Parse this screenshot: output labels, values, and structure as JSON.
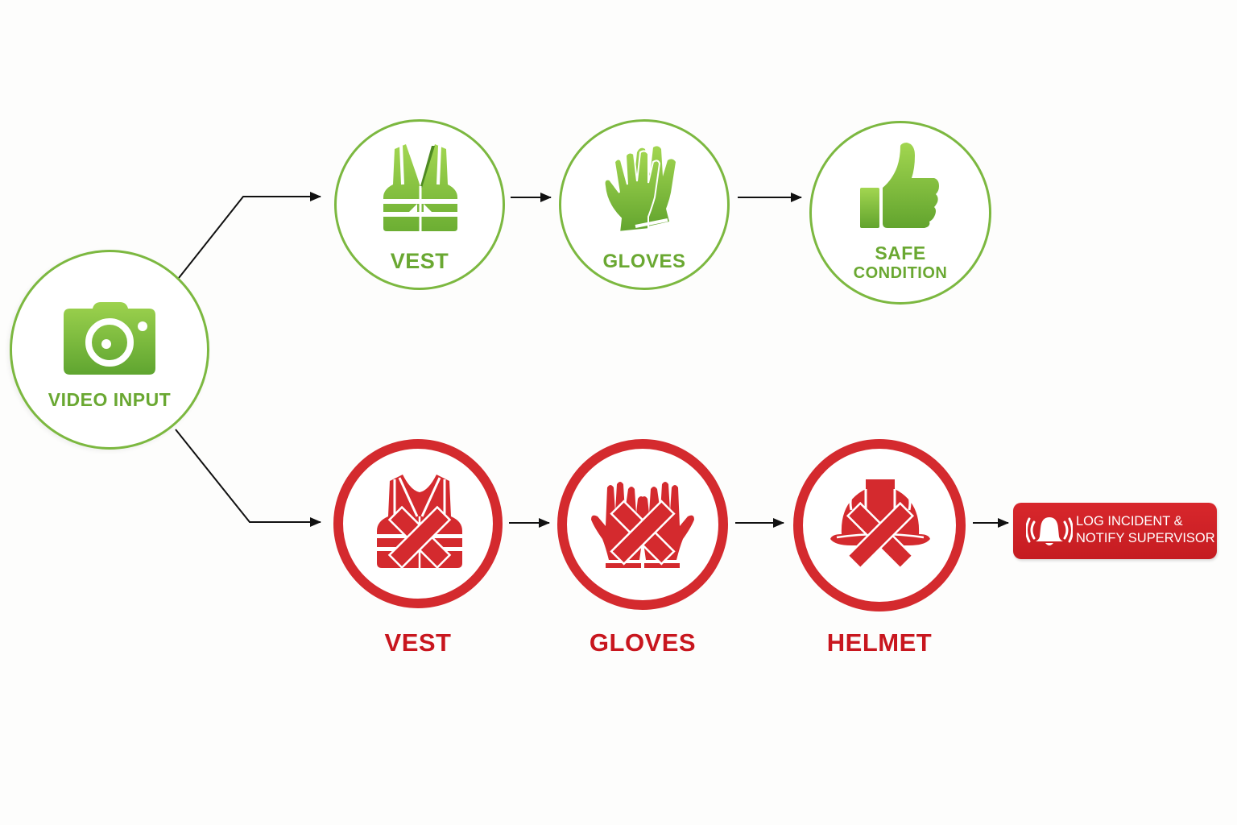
{
  "diagram": {
    "source": {
      "label": "VIDEO INPUT",
      "icon": "camera-icon"
    },
    "compliant_path": {
      "color": "#7cb840",
      "steps": [
        {
          "label": "VEST",
          "icon": "safety-vest-icon"
        },
        {
          "label": "GLOVES",
          "icon": "gloves-icon"
        }
      ],
      "outcome": {
        "label_line1": "SAFE",
        "label_line2": "CONDITION",
        "icon": "thumbs-up-icon"
      }
    },
    "violation_path": {
      "color": "#d42a2e",
      "steps": [
        {
          "label": "VEST",
          "icon": "vest-missing-icon"
        },
        {
          "label": "GLOVES",
          "icon": "gloves-missing-icon"
        },
        {
          "label": "HELMET",
          "icon": "helmet-missing-icon"
        }
      ],
      "action": {
        "line1": "LOG INCIDENT &",
        "line2": "NOTIFY SUPERVISOR",
        "icon": "alarm-bell-icon"
      }
    }
  }
}
